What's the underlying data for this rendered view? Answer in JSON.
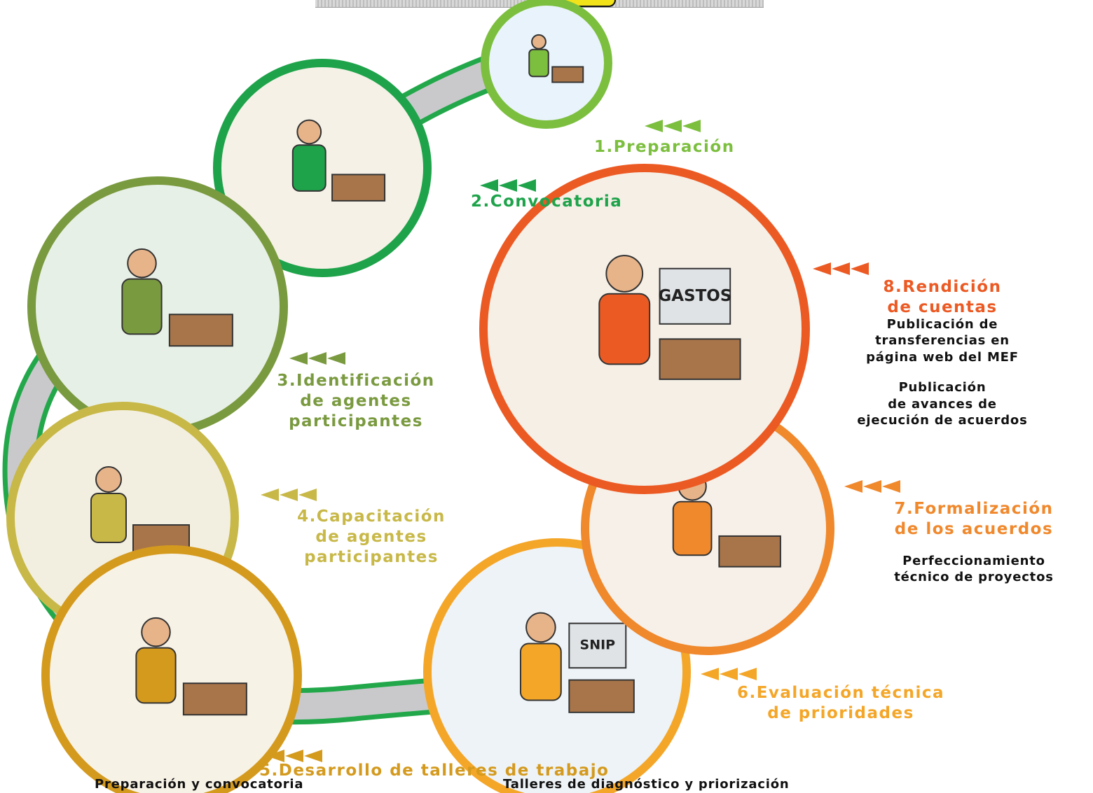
{
  "colors": {
    "path_gray": "#c9c9cc",
    "path_green": "#22a84a",
    "stage1": "#7cbf3f",
    "stage2": "#1ea34a",
    "stage3": "#7a9a40",
    "stage4": "#c8b848",
    "stage5": "#d49a1e",
    "stage6": "#f4a628",
    "stage7": "#f0882c",
    "stage8": "#ec5a24",
    "top_accent": "#f2e21a"
  },
  "arrow_icon": "triple-left-arrow-icon",
  "stages": [
    {
      "title": [
        "1.Preparación"
      ],
      "color": "#7cbf3f",
      "icon": "filing-cabinet-icon"
    },
    {
      "title": [
        "2.Convocatoria"
      ],
      "color": "#1ea34a",
      "icon": "megaphone-icon"
    },
    {
      "title": [
        "3.Identificación",
        "de agentes",
        "participantes"
      ],
      "color": "#7a9a40",
      "icon": "group-of-people-icon"
    },
    {
      "title": [
        "4.Capacitación",
        "de agentes",
        "participantes"
      ],
      "color": "#c8b848",
      "icon": "training-class-icon"
    },
    {
      "title": [
        "5.Desarrollo de talleres de trabajo"
      ],
      "color": "#d49a1e",
      "icon": "document-exchange-icon",
      "notes": [
        "Preparación y convocatoria",
        "Talleres de diagnóstico y priorización"
      ]
    },
    {
      "title": [
        "6.Evaluación técnica",
        "de prioridades"
      ],
      "color": "#f4a628",
      "icon": "computer-evaluation-icon",
      "screen_label": "SNIP"
    },
    {
      "title": [
        "7.Formalización",
        "de los acuerdos"
      ],
      "color": "#f0882c",
      "icon": "signing-document-icon",
      "notes": [
        "Perfeccionamiento",
        "técnico de proyectos"
      ]
    },
    {
      "title": [
        "8.Rendición",
        "de cuentas"
      ],
      "color": "#ec5a24",
      "icon": "accounting-computer-icon",
      "screen_label": "GASTOS",
      "notes": [
        "Publicación de",
        "transferencias en",
        "página web del MEF",
        "",
        "Publicación",
        "de avances de",
        "ejecución de acuerdos"
      ]
    }
  ]
}
